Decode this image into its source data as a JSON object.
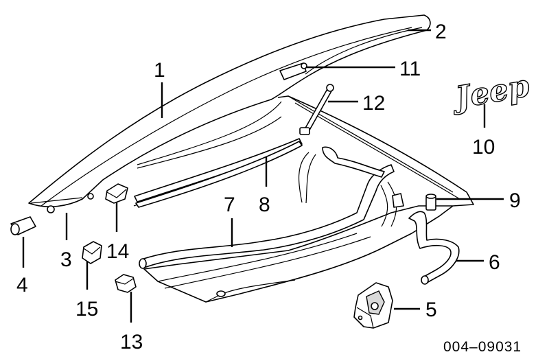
{
  "labels": {
    "l1": "1",
    "l2": "2",
    "l3": "3",
    "l4": "4",
    "l5": "5",
    "l6": "6",
    "l7": "7",
    "l8": "8",
    "l9": "9",
    "l10": "10",
    "l11": "11",
    "l12": "12",
    "l13": "13",
    "l14": "14",
    "l15": "15"
  },
  "logo_text": "Jeep",
  "diagram_code": "004–09031"
}
